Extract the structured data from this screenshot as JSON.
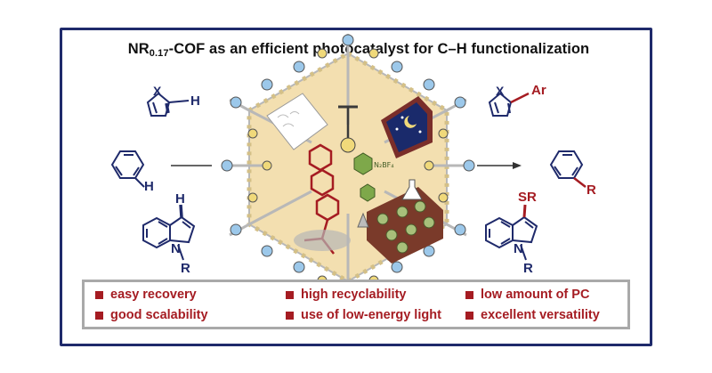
{
  "title": {
    "prefix": "NR",
    "subscript": "0.17",
    "suffix": "-COF as an efficient photocatalyst for C–H functionalization"
  },
  "reactants": {
    "furan_heteroatom": "X",
    "furan_h": "H",
    "benzene_h": "H",
    "indole_h": "H",
    "indole_n": "N",
    "indole_r": "R"
  },
  "products": {
    "furan_heteroatom": "X",
    "furan_group": "Ar",
    "benzene_group": "R",
    "indole_group": "SR",
    "indole_n": "N",
    "indole_r": "R"
  },
  "features": [
    "easy recovery",
    "high recyclability",
    "low amount of PC",
    "good scalability",
    "use of low-energy light",
    "excellent versatility"
  ],
  "colors": {
    "navy": "#1f2a6b",
    "red": "#a51c22",
    "hex_fill": "#f3dfb0",
    "node_blue": "#9cc8ea",
    "node_yellow": "#f0d97a"
  }
}
